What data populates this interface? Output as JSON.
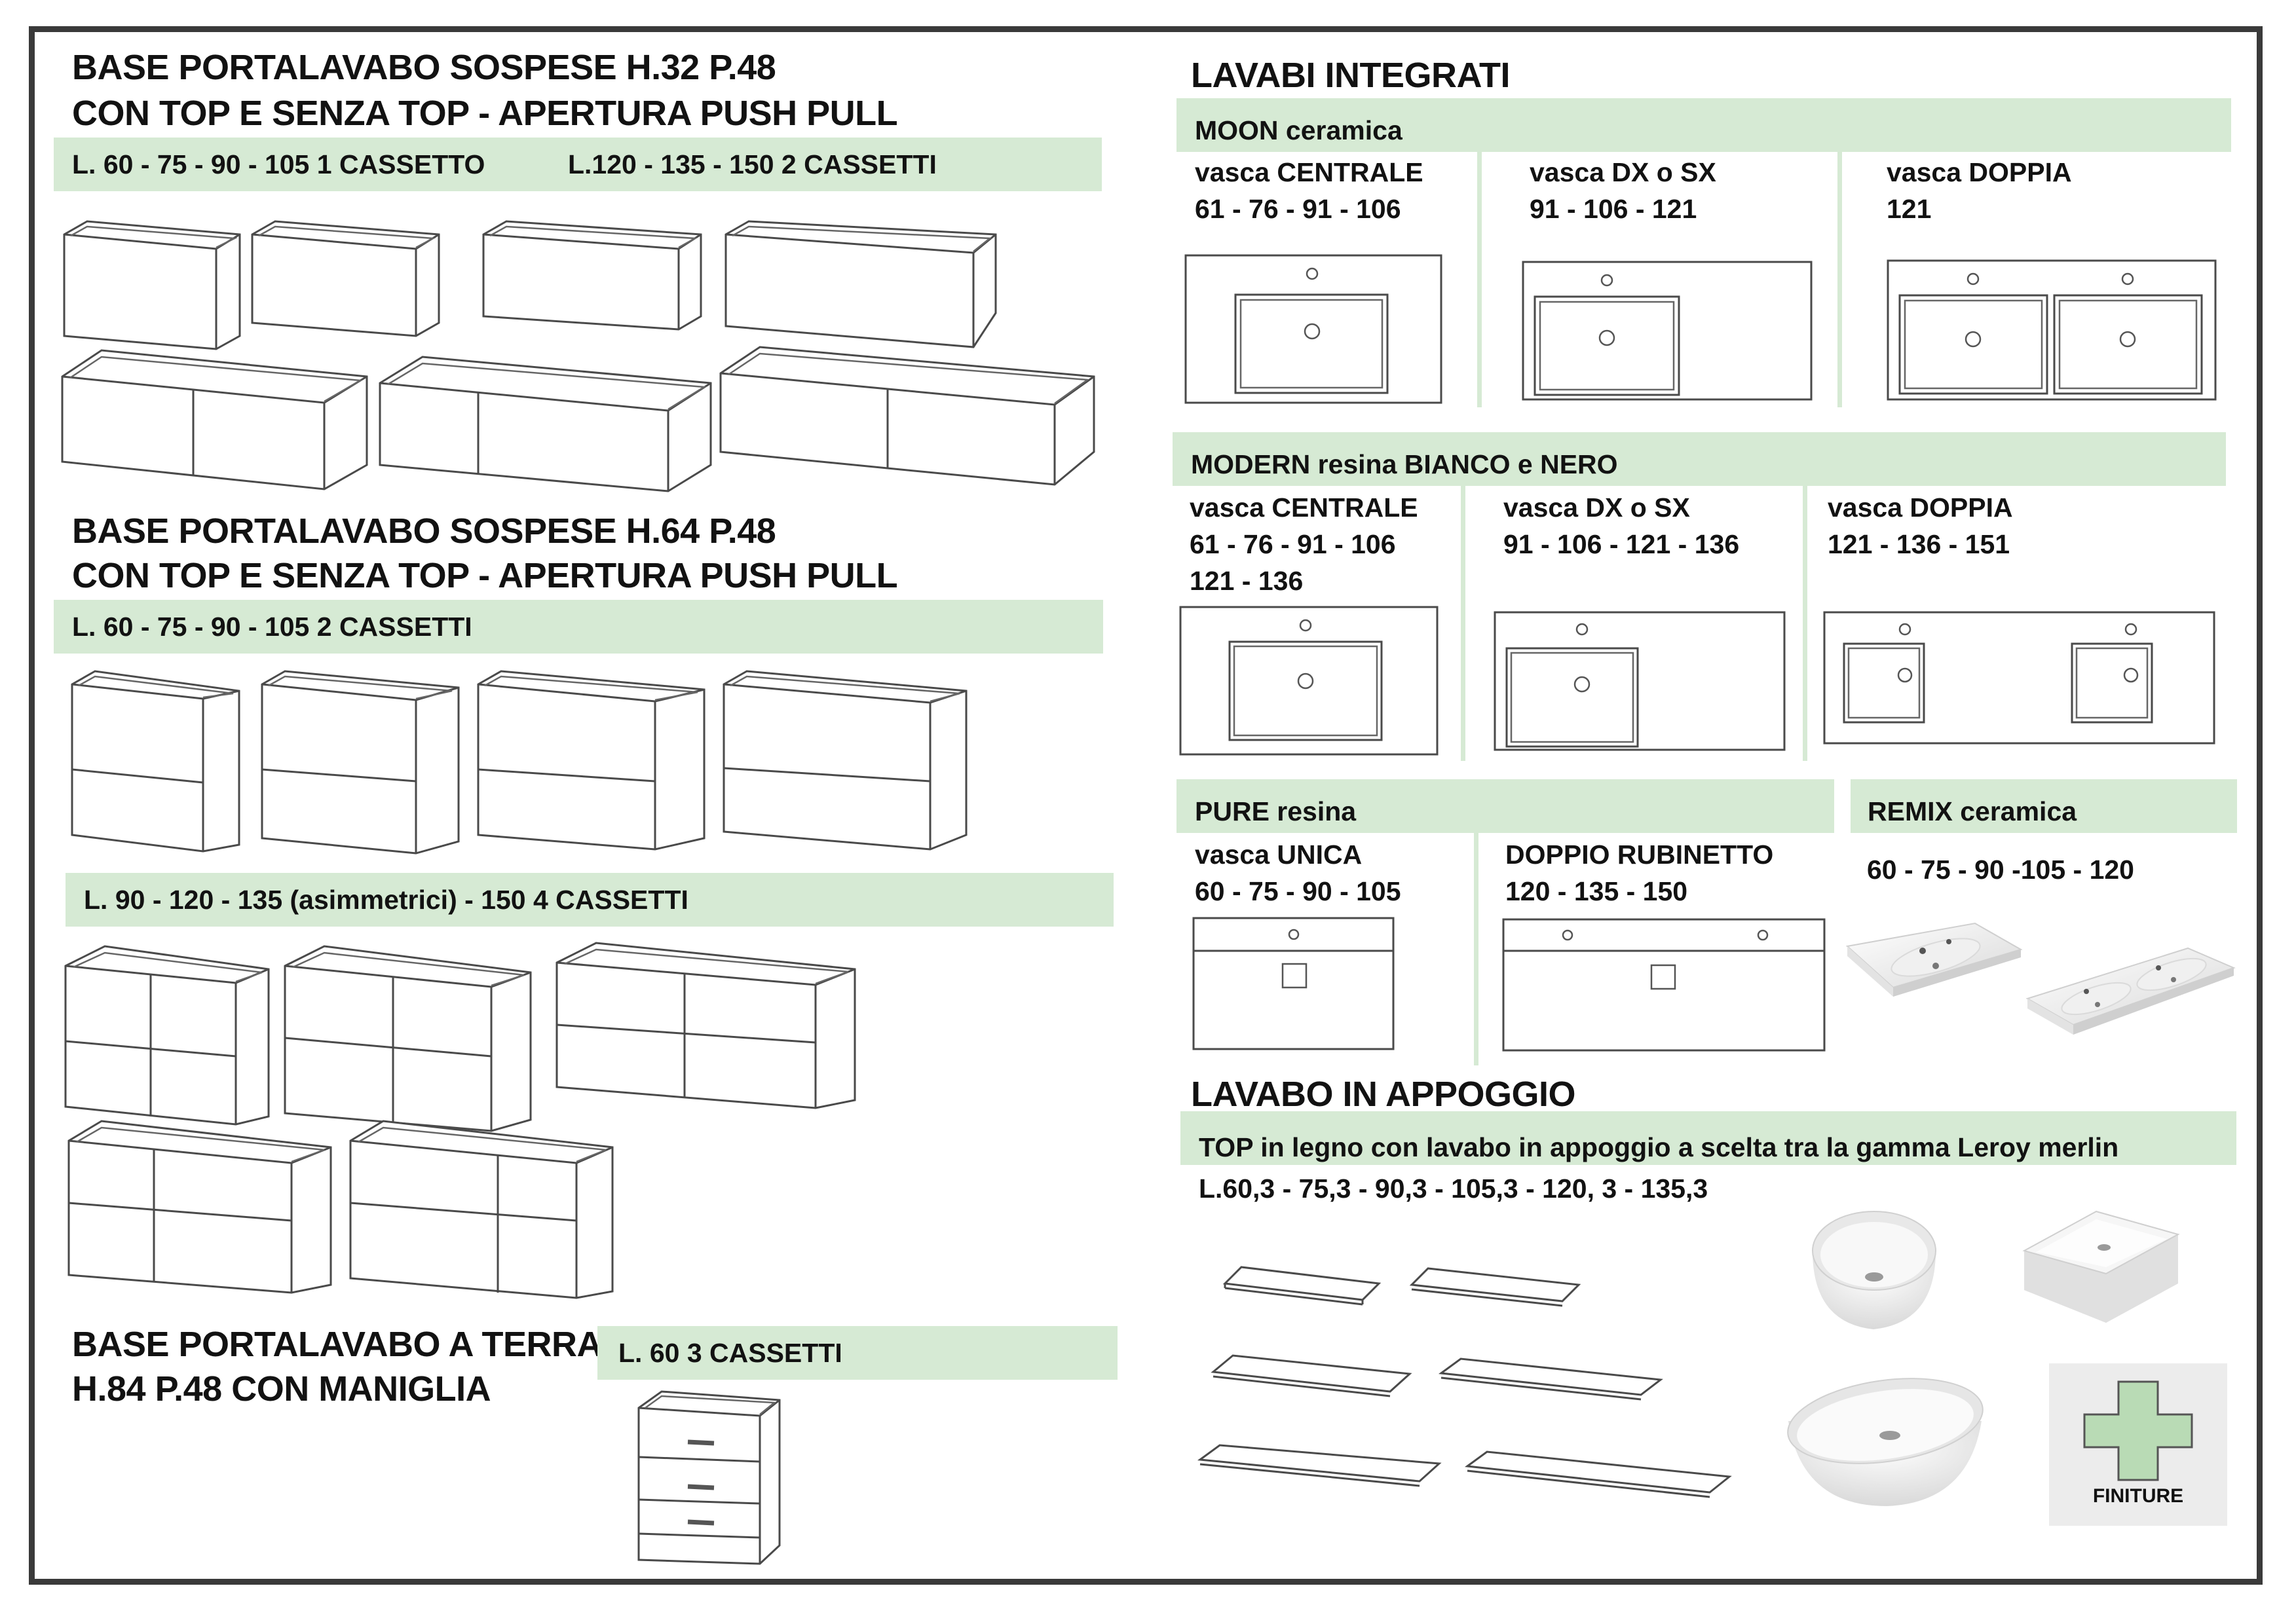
{
  "left": {
    "sec1": {
      "title_line1": "BASE PORTALAVABO SOSPESE  H.32  P.48",
      "title_line2": "CON TOP E SENZA TOP - APERTURA PUSH PULL",
      "band_a": "L. 60 - 75 - 90 - 105   1 CASSETTO",
      "band_b": "L.120 - 135 - 150   2 CASSETTI"
    },
    "sec2": {
      "title_line1": "BASE PORTALAVABO SOSPESE  H.64  P.48",
      "title_line2": "CON TOP E SENZA TOP - APERTURA PUSH PULL",
      "band_a": "L. 60 - 75 - 90 - 105   2 CASSETTI",
      "band_b": "L. 90 - 120 - 135 (asimmetrici) - 150   4 CASSETTI"
    },
    "sec3": {
      "title_line1": "BASE PORTALAVABO A TERRA",
      "title_line2": "H.84  P.48 CON MANIGLIA",
      "band": "L. 60    3 CASSETTI"
    }
  },
  "right": {
    "lavabi_title": "LAVABI INTEGRATI",
    "moon": {
      "band": "MOON  ceramica",
      "c1_title": "vasca CENTRALE",
      "c1_sizes": "61 - 76 - 91 - 106",
      "c2_title": "vasca DX o SX",
      "c2_sizes": "91 - 106 - 121",
      "c3_title": "vasca DOPPIA",
      "c3_sizes": "121"
    },
    "modern": {
      "band": "MODERN resina BIANCO e NERO",
      "c1_title": "vasca CENTRALE",
      "c1_sizes": "61 - 76 - 91 - 106",
      "c1_sizes2": "121 - 136",
      "c2_title": "vasca DX o SX",
      "c2_sizes": "91 - 106 - 121 - 136",
      "c3_title": "vasca DOPPIA",
      "c3_sizes": "121  - 136 - 151"
    },
    "pure": {
      "band": "PURE resina",
      "c1_title": "vasca UNICA",
      "c1_sizes": "60 - 75 - 90 - 105",
      "c2_title": "DOPPIO RUBINETTO",
      "c2_sizes": " 120 - 135 - 150"
    },
    "remix": {
      "band": "REMIX ceramica",
      "sizes": "60 - 75 - 90 -105 - 120"
    },
    "appoggio": {
      "title": "LAVABO IN APPOGGIO",
      "band": "TOP in legno con lavabo in appoggio a scelta tra la gamma Leroy merlin",
      "sizes": "L.60,3 - 75,3 - 90,3 - 105,3 - 120, 3 - 135,3"
    },
    "finiture": "FINITURE"
  },
  "colors": {
    "band": "#d6ead4",
    "frame": "#3a3a3a",
    "plus": "#b9dbb5"
  }
}
